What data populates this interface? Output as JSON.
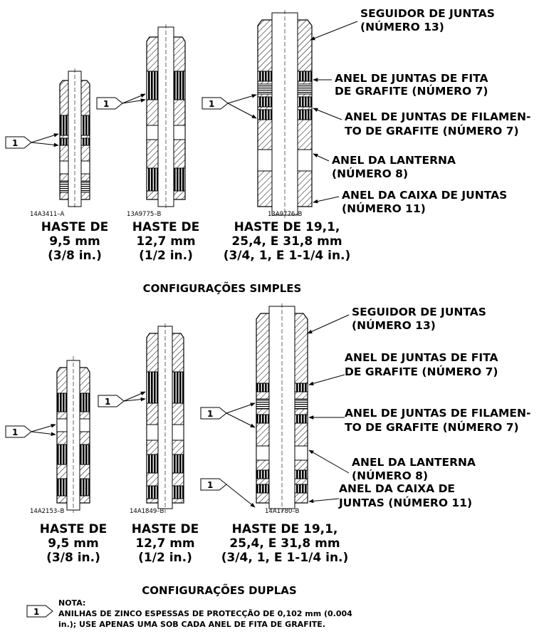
{
  "flag_number": "1",
  "simple": {
    "title": "CONFIGURAÇÕES SIMPLES",
    "callouts": [
      [
        "SEGUIDOR DE JUNTAS",
        "(NÚMERO 13)"
      ],
      [
        "ANEL DE JUNTAS DE FITA",
        "DE GRAFITE (NÚMERO 7)"
      ],
      [
        "ANEL DE JUNTAS DE FILAMEN-",
        "TO DE GRAFITE (NÚMERO 7)"
      ],
      [
        "ANEL DA LANTERNA",
        "(NÚMERO 8)"
      ],
      [
        "ANEL DA CAIXA DE JUNTAS",
        "(NÚMERO 11)"
      ]
    ],
    "drawings": [
      {
        "code": "14A3411–A",
        "caption": [
          "HASTE DE",
          "9,5 mm",
          "(3/8 in.)"
        ]
      },
      {
        "code": "13A9775–B",
        "caption": [
          "HASTE DE",
          "12,7 mm",
          "(1/2 in.)"
        ]
      },
      {
        "code": "13A9776–B",
        "caption": [
          "HASTE DE 19,1,",
          "25,4, E 31,8 mm",
          "(3/4, 1, E 1-1/4 in.)"
        ]
      }
    ]
  },
  "double": {
    "title": "CONFIGURAÇÕES DUPLAS",
    "callouts": [
      [
        "SEGUIDOR DE JUNTAS",
        "(NÚMERO 13)"
      ],
      [
        "ANEL DE JUNTAS DE FITA",
        "DE GRAFITE (NÚMERO 7)"
      ],
      [
        "ANEL DE JUNTAS DE FILAMEN-",
        "TO DE GRAFITE (NÚMERO 7)"
      ],
      [
        "ANEL DA LANTERNA",
        "(NÚMERO 8)"
      ],
      [
        "ANEL DA CAIXA DE",
        "JUNTAS (NÚMERO 11)"
      ]
    ],
    "drawings": [
      {
        "code": "14A2153–B",
        "caption": [
          "HASTE DE",
          "9,5 mm",
          "(3/8 in.)"
        ]
      },
      {
        "code": "14A1849–B",
        "caption": [
          "HASTE DE",
          "12,7 mm",
          "(1/2 in.)"
        ]
      },
      {
        "code": "14A1780–B",
        "caption": [
          "HASTE DE 19,1,",
          "25,4, E 31,8 mm",
          "(3/4, 1, E 1-1/4 in.)"
        ]
      }
    ]
  },
  "note": {
    "label": "NOTA:",
    "lines": [
      "ANILHAS DE ZINCO ESPESSAS DE PROTECÇÃO DE 0,102 mm (0.004",
      "in.); USE APENAS UMA SOB CADA ANEL DE FITA DE GRAFITE."
    ]
  }
}
